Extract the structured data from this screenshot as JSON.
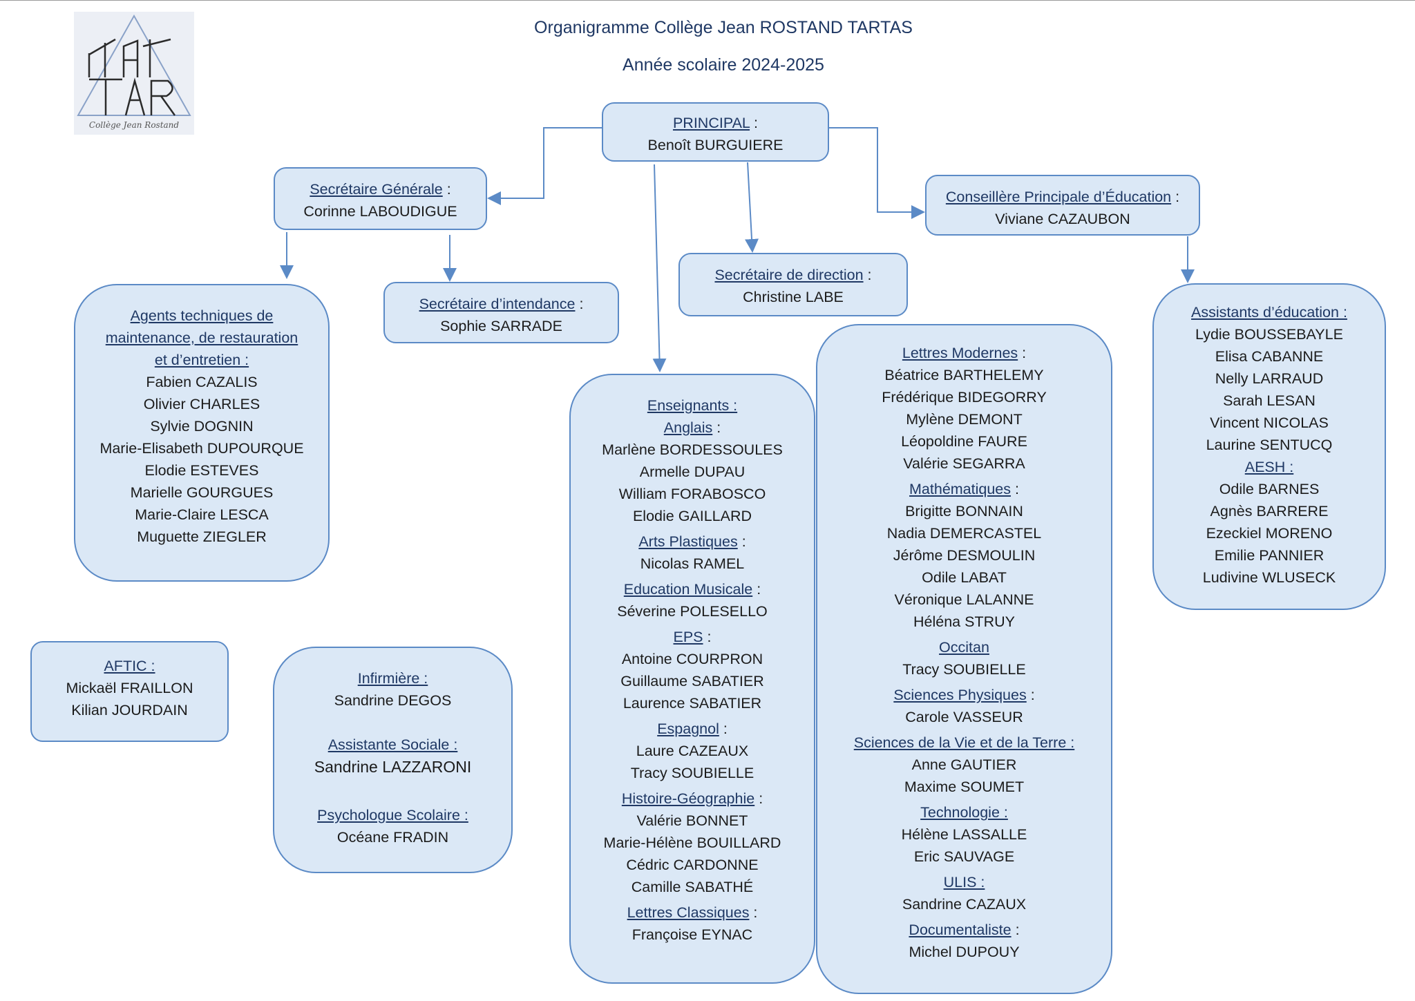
{
  "header": {
    "title": "Organigramme Collège Jean ROSTAND TARTAS",
    "subtitle": "Année scolaire 2024-2025",
    "logo_text": "Collège Jean Rostand"
  },
  "principal": {
    "role": "PRINCIPAL",
    "sep": " :",
    "name": "Benoît BURGUIERE"
  },
  "secretaire_generale": {
    "role": "Secrétaire Générale",
    "sep": " :",
    "name": "Corinne LABOUDIGUE"
  },
  "cpe": {
    "role": "Conseillère Principale d’Éducation",
    "sep": " :",
    "name": "Viviane CAZAUBON"
  },
  "secretaire_direction": {
    "role": "Secrétaire de direction",
    "sep": " :",
    "name": "Christine LABE"
  },
  "secretaire_intendance": {
    "role": "Secrétaire d’intendance",
    "sep": " :",
    "name": "Sophie SARRADE"
  },
  "agents": {
    "role_lines": [
      "Agents techniques de",
      "maintenance, de restauration",
      "et d’entretien :"
    ],
    "names": [
      "Fabien CAZALIS",
      "Olivier CHARLES",
      "Sylvie DOGNIN",
      "Marie-Elisabeth DUPOURQUE",
      "Elodie ESTEVES",
      "Marielle GOURGUES",
      "Marie-Claire LESCA",
      "Muguette ZIEGLER"
    ]
  },
  "aftic": {
    "role": "AFTIC :",
    "names": [
      "Mickaël FRAILLON",
      "Kilian JOURDAIN"
    ]
  },
  "sante_social": [
    {
      "role": "Infirmière :",
      "name": "Sandrine DEGOS"
    },
    {
      "role": "Assistante Sociale :",
      "name": "Sandrine LAZZARONI"
    },
    {
      "role": "Psychologue Scolaire :",
      "name": "Océane FRADIN"
    }
  ],
  "assistants": {
    "role": "Assistants d’éducation :",
    "names": [
      "Lydie BOUSSEBAYLE",
      "Elisa CABANNE",
      "Nelly LARRAUD",
      "Sarah LESAN",
      "Vincent NICOLAS",
      "Laurine SENTUCQ"
    ],
    "aesh_role": "AESH :",
    "aesh_names": [
      "Odile BARNES",
      "Agnès BARRERE",
      "Ezeckiel MORENO",
      "Emilie PANNIER",
      "Ludivine WLUSECK"
    ]
  },
  "enseignants_title": "Enseignants :",
  "enseignants_col1": [
    {
      "subject": "Anglais",
      "sep": " :",
      "names": [
        "Marlène BORDESSOULES",
        "Armelle DUPAU",
        "William FORABOSCO",
        "Elodie GAILLARD"
      ]
    },
    {
      "subject": "Arts Plastiques",
      "sep": " :",
      "names": [
        "Nicolas RAMEL"
      ]
    },
    {
      "subject": "Education Musicale",
      "sep": " :",
      "names": [
        "Séverine POLESELLO"
      ]
    },
    {
      "subject": "EPS",
      "sep": " :",
      "names": [
        "Antoine COURPRON",
        "Guillaume SABATIER",
        "Laurence SABATIER"
      ]
    },
    {
      "subject": "Espagnol",
      "sep": " :",
      "names": [
        "Laure CAZEAUX",
        "Tracy SOUBIELLE"
      ]
    },
    {
      "subject": "Histoire-Géographie",
      "sep": " :",
      "names": [
        "Valérie BONNET",
        "Marie-Hélène BOUILLARD",
        "Cédric CARDONNE",
        "Camille SABATHÉ"
      ]
    },
    {
      "subject": "Lettres Classiques",
      "sep": " :",
      "names": [
        "Françoise EYNAC"
      ]
    }
  ],
  "enseignants_col2": [
    {
      "subject": "Lettres Modernes",
      "sep": " :",
      "names": [
        "Béatrice BARTHELEMY",
        "Frédérique BIDEGORRY",
        "Mylène DEMONT",
        "Léopoldine FAURE",
        "Valérie SEGARRA"
      ]
    },
    {
      "subject": "Mathématiques",
      "sep": " :",
      "names": [
        "Brigitte BONNAIN",
        "Nadia DEMERCASTEL",
        "Jérôme DESMOULIN",
        "Odile LABAT",
        "Véronique LALANNE",
        "Héléna STRUY"
      ]
    },
    {
      "subject": "Occitan",
      "sep": "",
      "names": [
        "Tracy SOUBIELLE"
      ]
    },
    {
      "subject": "Sciences Physiques",
      "sep": " :",
      "names": [
        "Carole VASSEUR"
      ]
    },
    {
      "subject": "Sciences de la Vie et de la Terre :",
      "sep": "",
      "names": [
        "Anne GAUTIER",
        "Maxime SOUMET"
      ]
    },
    {
      "subject": "Technologie :",
      "sep": "",
      "names": [
        "Hélène LASSALLE",
        "Eric SAUVAGE"
      ]
    },
    {
      "subject": "ULIS :",
      "sep": "",
      "names": [
        "Sandrine CAZAUX"
      ]
    },
    {
      "subject": "Documentaliste",
      "sep": " :",
      "names": [
        "Michel DUPOUY"
      ]
    }
  ],
  "colors": {
    "box_fill": "#dbe8f6",
    "box_border": "#5b8ac6",
    "title": "#1f3864"
  }
}
